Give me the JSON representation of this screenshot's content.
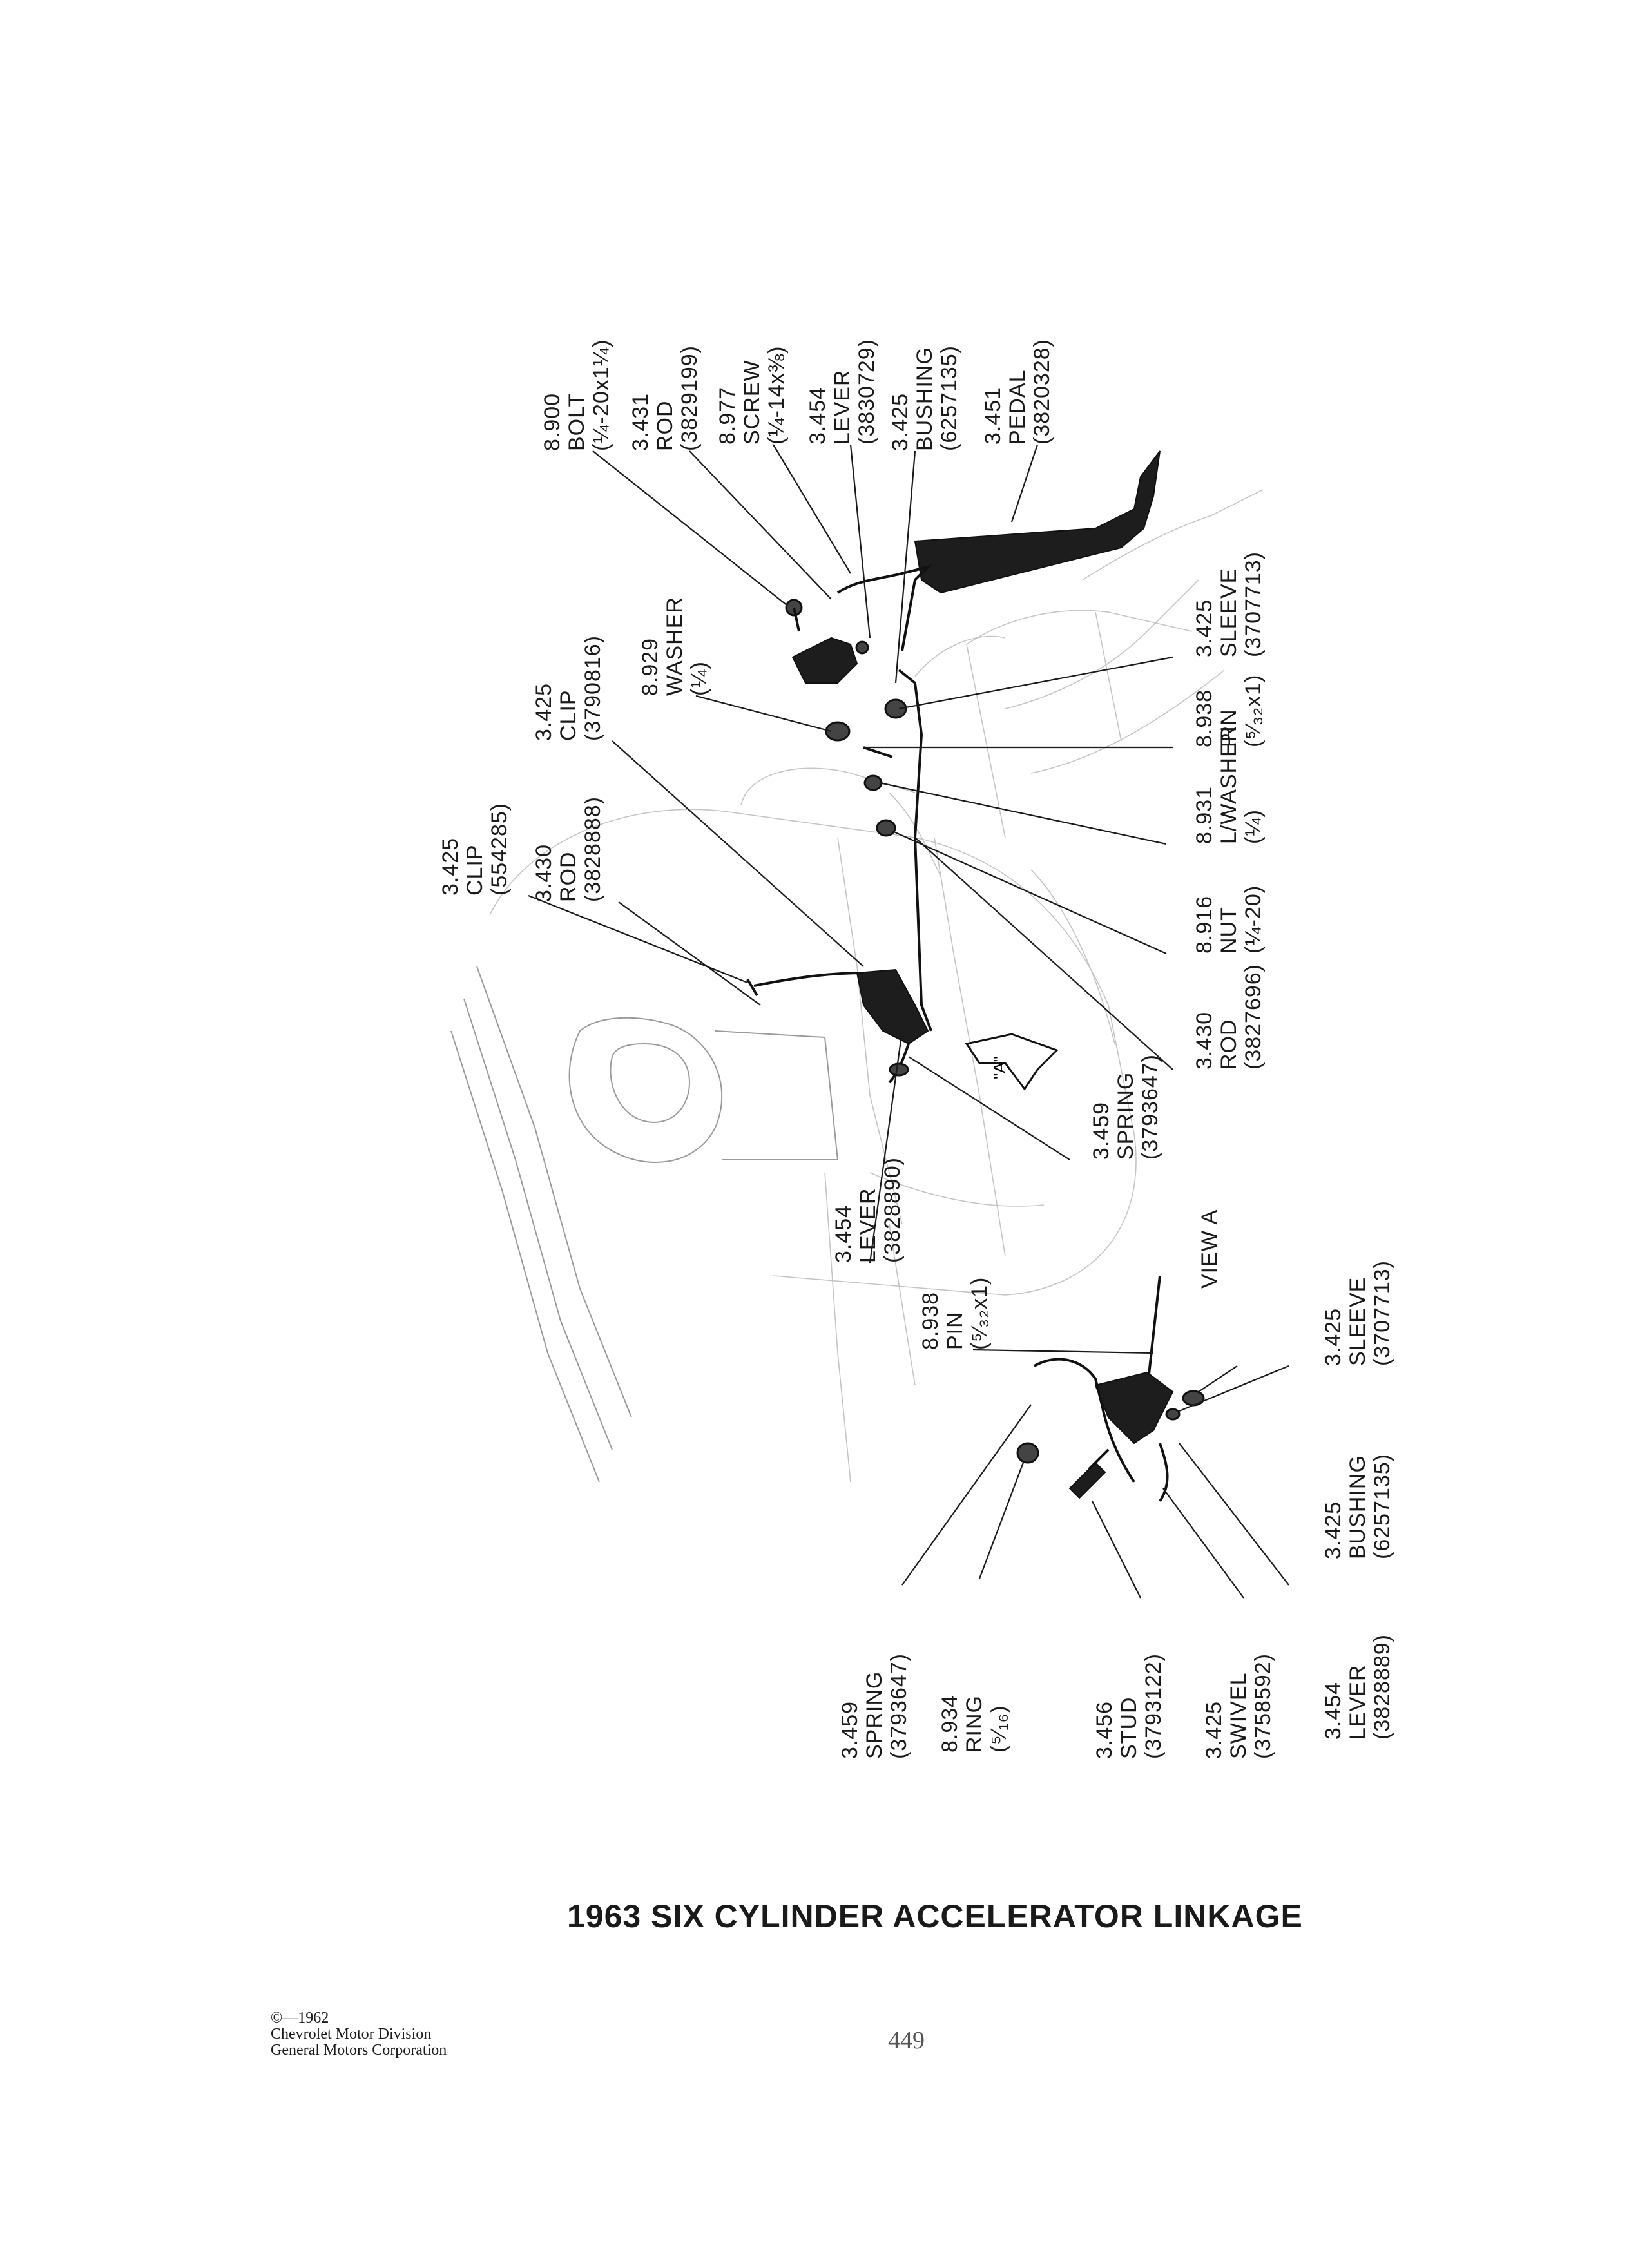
{
  "callouts": [
    {
      "id": "bolt-8900",
      "lines": [
        "8.900",
        "BOLT",
        "(¼-20x1¼)"
      ]
    },
    {
      "id": "rod-3431",
      "lines": [
        "3.431",
        "ROD",
        "(3829199)"
      ]
    },
    {
      "id": "screw-8977",
      "lines": [
        "8.977",
        "SCREW",
        "(¼-14x⅜)"
      ]
    },
    {
      "id": "lever-3454-top",
      "lines": [
        "3.454",
        "LEVER",
        "(3830729)"
      ]
    },
    {
      "id": "bushing-3425-top",
      "lines": [
        "3.425",
        "BUSHING",
        "(6257135)"
      ]
    },
    {
      "id": "pedal-3451",
      "lines": [
        "3.451",
        "PEDAL",
        "(3820328)"
      ]
    },
    {
      "id": "clip-3425-554285",
      "lines": [
        "3.425",
        "CLIP",
        "(554285)"
      ]
    },
    {
      "id": "rod-3430-3828888",
      "lines": [
        "3.430",
        "ROD",
        "(3828888)"
      ]
    },
    {
      "id": "clip-3425-3790816",
      "lines": [
        "3.425",
        "CLIP",
        "(3790816)"
      ]
    },
    {
      "id": "washer-8929",
      "lines": [
        "8.929",
        "WASHER",
        "(¼)"
      ]
    },
    {
      "id": "sleeve-3425-top",
      "lines": [
        "3.425",
        "SLEEVE",
        "(3707713)"
      ]
    },
    {
      "id": "pin-8938-top",
      "lines": [
        "8.938",
        "PIN",
        "(⁵⁄₃₂x1)"
      ]
    },
    {
      "id": "lwasher-8931",
      "lines": [
        "8.931",
        "L/WASHER",
        "(¼)"
      ]
    },
    {
      "id": "nut-8916",
      "lines": [
        "8.916",
        "NUT",
        "(¼-20)"
      ]
    },
    {
      "id": "rod-3430-3827696",
      "lines": [
        "3.430",
        "ROD",
        "(3827696)"
      ]
    },
    {
      "id": "spring-3459-mid",
      "lines": [
        "3.459",
        "SPRING",
        "(3793647)"
      ]
    },
    {
      "id": "lever-3454-mid",
      "lines": [
        "3.454",
        "LEVER",
        "(3828890)"
      ]
    },
    {
      "id": "pin-8938-view",
      "lines": [
        "8.938",
        "PIN",
        "(⁵⁄₃₂x1)"
      ]
    },
    {
      "id": "view-a",
      "lines": [
        "VIEW A"
      ]
    },
    {
      "id": "sleeve-3425-view",
      "lines": [
        "3.425",
        "SLEEVE",
        "(3707713)"
      ]
    },
    {
      "id": "bushing-3425-view",
      "lines": [
        "3.425",
        "BUSHING",
        "(6257135)"
      ]
    },
    {
      "id": "lever-3454-view",
      "lines": [
        "3.454",
        "LEVER",
        "(3828889)"
      ]
    },
    {
      "id": "spring-3459-view",
      "lines": [
        "3.459",
        "SPRING",
        "(3793647)"
      ]
    },
    {
      "id": "ring-8934",
      "lines": [
        "8.934",
        "RING",
        "(⁵⁄₁₆)"
      ]
    },
    {
      "id": "stud-3456",
      "lines": [
        "3.456",
        "STUD",
        "(3793122)"
      ]
    },
    {
      "id": "swivel-3425",
      "lines": [
        "3.425",
        "SWIVEL",
        "(3758592)"
      ]
    }
  ],
  "view_a_marker": "\"A\"",
  "title": "1963 SIX CYLINDER ACCELERATOR LINKAGE",
  "copyright": [
    "©—1962",
    "Chevrolet Motor Division",
    "General Motors Corporation"
  ],
  "page_number": "449"
}
